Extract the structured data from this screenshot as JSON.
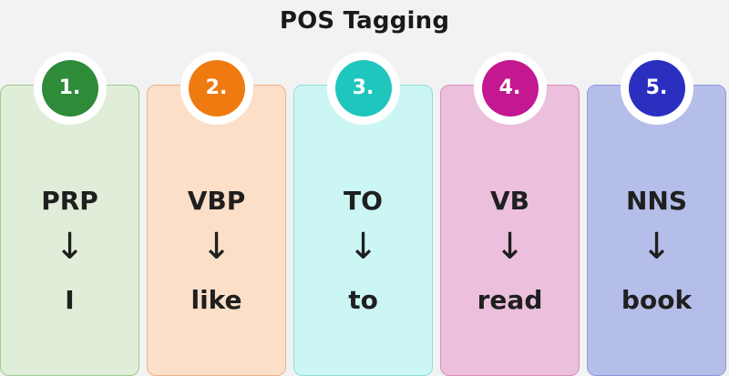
{
  "title": "POS Tagging",
  "steps": [
    {
      "number": "1.",
      "tag": "PRP",
      "arrow": "↓",
      "word": "I",
      "card_color": "#e0eed9",
      "border_color": "#9fcb8f",
      "badge_color": "#2e8b3a"
    },
    {
      "number": "2.",
      "tag": "VBP",
      "arrow": "↓",
      "word": "like",
      "card_color": "#fbdfc8",
      "border_color": "#f3b183",
      "badge_color": "#ef7b10"
    },
    {
      "number": "3.",
      "tag": "TO",
      "arrow": "↓",
      "word": "to",
      "card_color": "#ccf6f4",
      "border_color": "#8fded8",
      "badge_color": "#1fc6bd"
    },
    {
      "number": "4.",
      "tag": "VB",
      "arrow": "↓",
      "word": "read",
      "card_color": "#ecbfdd",
      "border_color": "#d88ec0",
      "badge_color": "#c3188f"
    },
    {
      "number": "5.",
      "tag": "NNS",
      "arrow": "↓",
      "word": "book",
      "card_color": "#b5bde9",
      "border_color": "#8d99d9",
      "badge_color": "#2a2fc0"
    }
  ]
}
